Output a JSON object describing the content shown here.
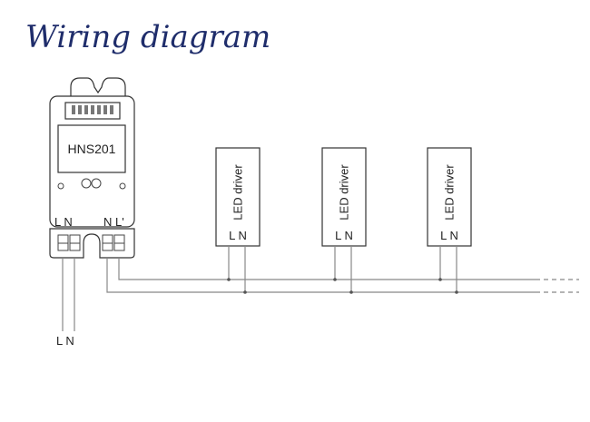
{
  "title": "Wiring diagram",
  "module": {
    "model": "HNS201",
    "input_terminals": "L N",
    "output_terminals": "N L'"
  },
  "supply_labels": "L N",
  "drivers": [
    {
      "label": "LED driver",
      "terminals": "L N"
    },
    {
      "label": "LED driver",
      "terminals": "L N"
    },
    {
      "label": "LED driver",
      "terminals": "L N"
    }
  ]
}
